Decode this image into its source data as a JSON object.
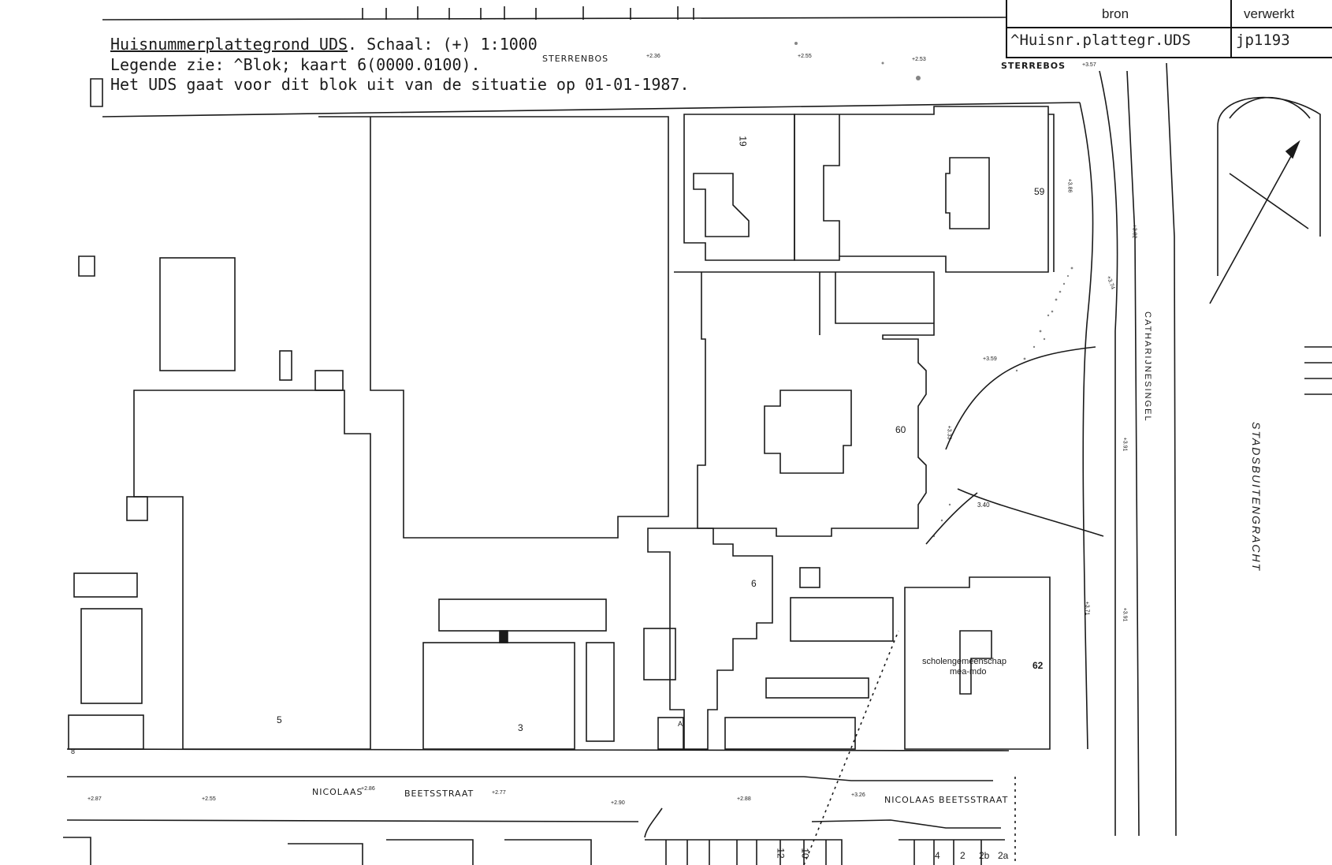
{
  "header": {
    "line1_title": "Huisnummerplattegrond UDS",
    "line1_rest": ". Schaal: (+) 1:1000",
    "line2": "Legende zie: ^Blok; kaart 6(0000.0100).",
    "line3": "Het UDS gaat voor dit blok uit van de situatie op 01-01-1987."
  },
  "meta": {
    "bron_label": "bron",
    "verwerkt_label": "verwerkt",
    "bron_value": "^Huisnr.plattegr.UDS",
    "verwerkt_value": "jp1193"
  },
  "streets": {
    "sterrenbos_top": "STERRENBOS",
    "sterrenbos_right": "STERREBOS",
    "catharijnesingel": "CATHARIJNESINGEL",
    "stadsbuitengracht": "STADSBUITENGRACHT",
    "nicolaas": "NICOLAAS",
    "beetsstraat": "BEETSSTRAAT",
    "nicolaas_beetsstraat": "NICOLAAS BEETSSTRAAT"
  },
  "house_numbers": {
    "n19": "19",
    "n59": "59",
    "n60": "60",
    "n6": "6",
    "n3": "3",
    "n62": "62",
    "n5": "5",
    "n12": "12",
    "n10": "10",
    "n4": "4",
    "n2": "2",
    "n2b": "2b",
    "n2a": "2a",
    "nA": "A",
    "n8": "8"
  },
  "building_label": {
    "line1": "scholengemeenschap",
    "line2": "mea-mdo"
  },
  "spot_heights": {
    "h1": "+2.36",
    "h2": "+2.55",
    "h3": "+2.53",
    "h4": "+3.57",
    "h5": "+3.82",
    "h6": "+3.86",
    "h7": "+3.74",
    "h8": "+3.59",
    "h9": "+3.33",
    "h10": "3.40",
    "h11": "+3.91",
    "h12": "+3.71",
    "h13": "+3.91",
    "h14": "+2.87",
    "h15": "+2.55",
    "h16": "+2.86",
    "h17": "+2.77",
    "h18": "+2.90",
    "h19": "+2.88",
    "h20": "+3.26"
  }
}
